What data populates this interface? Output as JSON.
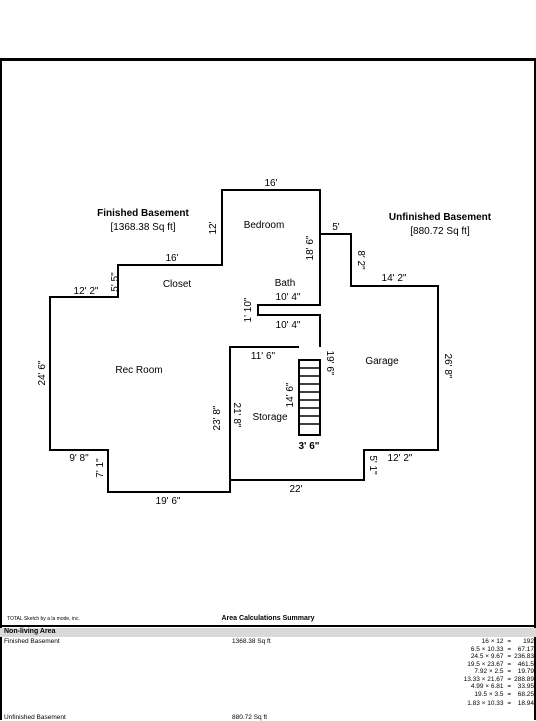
{
  "sections": {
    "finished": {
      "title": "Finished Basement",
      "area": "[1368.38 Sq ft]"
    },
    "unfinished": {
      "title": "Unfinished Basement",
      "area": "[880.72 Sq ft]"
    }
  },
  "rooms": {
    "bedroom": "Bedroom",
    "closet": "Closet",
    "bath": "Bath",
    "rec_room": "Rec Room",
    "garage": "Garage",
    "storage": "Storage"
  },
  "dimensions": {
    "top_16": "16'",
    "bedroom_12": "12'",
    "closet_16": "16'",
    "closet_5_5": "5' 5\"",
    "left_12_2": "12' 2\"",
    "five": "5'",
    "bath_18_6": "18' 6\"",
    "eight_2": "8' 2\"",
    "garage_14_2": "14' 2\"",
    "bath_10_4_top": "10' 4\"",
    "one_10": "1' 10\"",
    "bath_10_4_bottom": "10' 4\"",
    "storage_11_6": "11' 6\"",
    "stair_19_6": "19' 6\"",
    "rec_24_6": "24' 6\"",
    "stair_14_6": "14' 6\"",
    "garage_26_8": "26' 8\"",
    "storage_23_8": "23' 8\"",
    "storage_21_8": "21' 8\"",
    "stair_3_6": "3' 6\"",
    "left_9_8": "9' 8\"",
    "left_7_1": "7' 1\"",
    "right_5_1": "5' 1\"",
    "right_12_2": "12' 2\"",
    "bottom_22": "22'",
    "bottom_19_6": "19' 6\""
  },
  "footer": {
    "credit": "TOTAL Sketch by a la mode, inc.",
    "title": "Area Calculations Summary",
    "section_header": "Non-living Area",
    "rows": [
      {
        "label": "Finished Basement",
        "area": "1368.38 Sq ft"
      },
      {
        "label": "Unfinished Basement",
        "area": "880.72 Sq ft"
      }
    ],
    "calcs": [
      {
        "expr": "16 × 12",
        "result": "192"
      },
      {
        "expr": "6.5 × 10.33",
        "result": "67.17"
      },
      {
        "expr": "24.5 × 9.67",
        "result": "236.83"
      },
      {
        "expr": "19.5 × 23.67",
        "result": "461.5"
      },
      {
        "expr": "7.92 × 2.5",
        "result": "19.79"
      },
      {
        "expr": "13.33 × 21.67",
        "result": "288.89"
      },
      {
        "expr": "4.99 × 6.81",
        "result": "33.95"
      },
      {
        "expr": "19.5 × 3.5",
        "result": "68.25"
      },
      {
        "expr": "1.83 × 10.33",
        "result": "18.94"
      }
    ]
  }
}
